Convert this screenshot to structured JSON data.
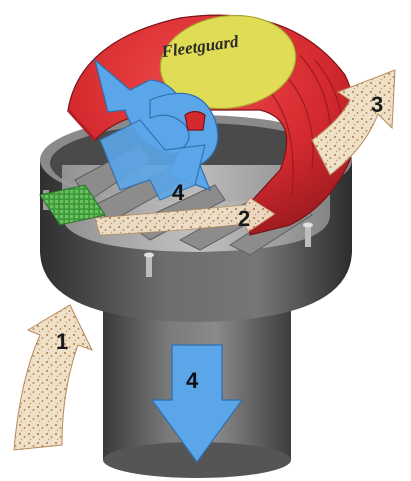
{
  "diagram": {
    "logo_text": "Fleetguard",
    "callouts": {
      "dirty_air_in": "1",
      "separation": "2",
      "dust_out": "3",
      "clean_air_swirl": "4",
      "clean_air_out": "4"
    },
    "colors": {
      "housing_red": "#d42a2f",
      "cap_yellow": "#e0dc55",
      "clean_air_blue": "#5aa6e8",
      "dust_flow_tan": "#e8d6bc",
      "dust_dots": "#b98a5a",
      "body_gray": "#5a5a5a",
      "screen_green": "#3c9a3a"
    }
  }
}
